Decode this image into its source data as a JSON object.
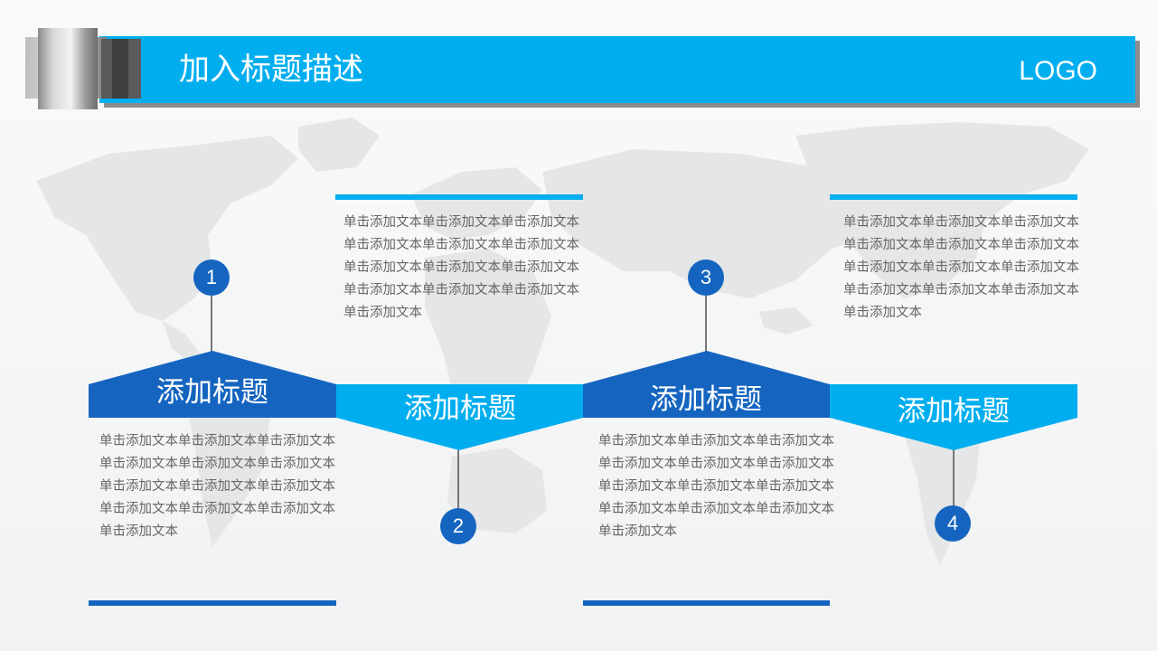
{
  "header": {
    "title": "加入标题描述",
    "logo": "LOGO"
  },
  "colors": {
    "header_blue": "#00aeef",
    "dark_blue": "#1565c0",
    "light_blue": "#00aeef",
    "text_gray": "#666666",
    "shadow_gray": "#8c8c8c"
  },
  "steps": [
    {
      "number": "1",
      "title": "添加标题",
      "text": "单击添加文本单击添加文本单击添加文本单击添加文本单击添加文本单击添加文本单击添加文本单击添加文本单击添加文本单击添加文本单击添加文本单击添加文本单击添加文本"
    },
    {
      "number": "2",
      "title": "添加标题",
      "text": "单击添加文本单击添加文本单击添加文本单击添加文本单击添加文本单击添加文本单击添加文本单击添加文本单击添加文本单击添加文本单击添加文本单击添加文本单击添加文本"
    },
    {
      "number": "3",
      "title": "添加标题",
      "text": "单击添加文本单击添加文本单击添加文本单击添加文本单击添加文本单击添加文本单击添加文本单击添加文本单击添加文本单击添加文本单击添加文本单击添加文本单击添加文本"
    },
    {
      "number": "4",
      "title": "添加标题",
      "text": "单击添加文本单击添加文本单击添加文本单击添加文本单击添加文本单击添加文本单击添加文本单击添加文本单击添加文本单击添加文本单击添加文本单击添加文本单击添加文本"
    }
  ]
}
